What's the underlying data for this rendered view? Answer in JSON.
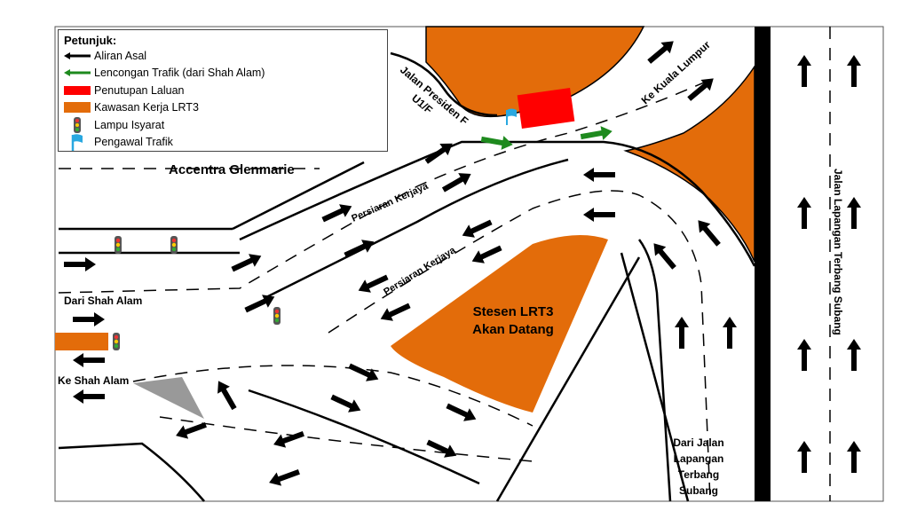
{
  "legend": {
    "title": "Petunjuk:",
    "items": [
      {
        "label": "Aliran Asal",
        "icon": "black-arrow-icon",
        "color": "#000000"
      },
      {
        "label": "Lencongan Trafik (dari Shah Alam)",
        "icon": "green-arrow-icon",
        "color": "#1e8a1e"
      },
      {
        "label": "Penutupan Laluan",
        "icon": "red-block-icon",
        "color": "#ff0000"
      },
      {
        "label": "Kawasan Kerja LRT3",
        "icon": "orange-block-icon",
        "color": "#e36c0a"
      },
      {
        "label": "Lampu Isyarat",
        "icon": "traffic-light-icon"
      },
      {
        "label": "Pengawal Trafik",
        "icon": "flag-icon",
        "color": "#29a8e0"
      }
    ]
  },
  "labels": {
    "accentra": "Accentra Glenmarie",
    "jalan_presiden_1": "Jalan Presiden F",
    "jalan_presiden_2": "U1/F",
    "ke_kl": "Ke Kuala Lumpur",
    "persiaran_1": "Persiaran Kerjaya",
    "persiaran_2": "Persiaran Kerjaya",
    "dari_shah_alam": "Dari Shah Alam",
    "ke_shah_alam": "Ke Shah Alam",
    "stesen_1": "Stesen LRT3",
    "stesen_2": "Akan Datang",
    "jalan_lapangan": "Jalan Lapangan Terbang Subang",
    "dari_jalan_1": "Dari Jalan",
    "dari_jalan_2": "Lapangan",
    "dari_jalan_3": "Terbang",
    "dari_jalan_4": "Subang"
  },
  "colors": {
    "orange": "#e36c0a",
    "red": "#ff0000",
    "green": "#1e8a1e",
    "flag": "#29a8e0"
  }
}
